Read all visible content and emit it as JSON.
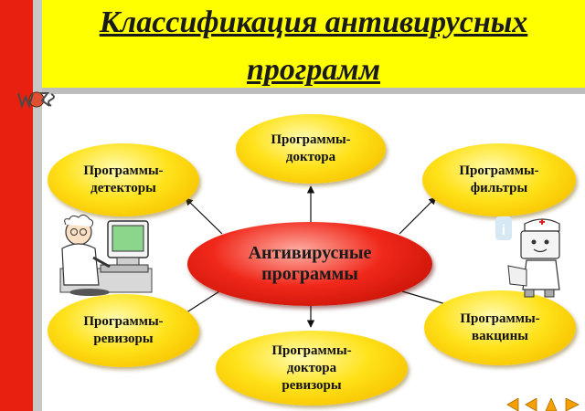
{
  "title": {
    "line1": "Классификация антивирусных",
    "line2": "программ"
  },
  "center_node": "Антивирусные\nпрограммы",
  "nodes": {
    "doctors": "Программы-\nдоктора",
    "detectors": "Программы-\nдетекторы",
    "filters": "Программы-\nфильтры",
    "auditors": "Программы-\nревизоры",
    "vaccines": "Программы-\nвакцины",
    "doctor_auditors": "Программы-\nдоктора\nревизоры"
  },
  "colors": {
    "header": "#ffff00",
    "sidebar": "#e8200f",
    "node": "#ffe21a",
    "center_node": "#f0281a",
    "nav_arrows": "#f5a000"
  },
  "icons": [
    "logo-icon",
    "scientist-computer-icon",
    "doctor-computer-icon",
    "navigation-arrows-icon"
  ]
}
